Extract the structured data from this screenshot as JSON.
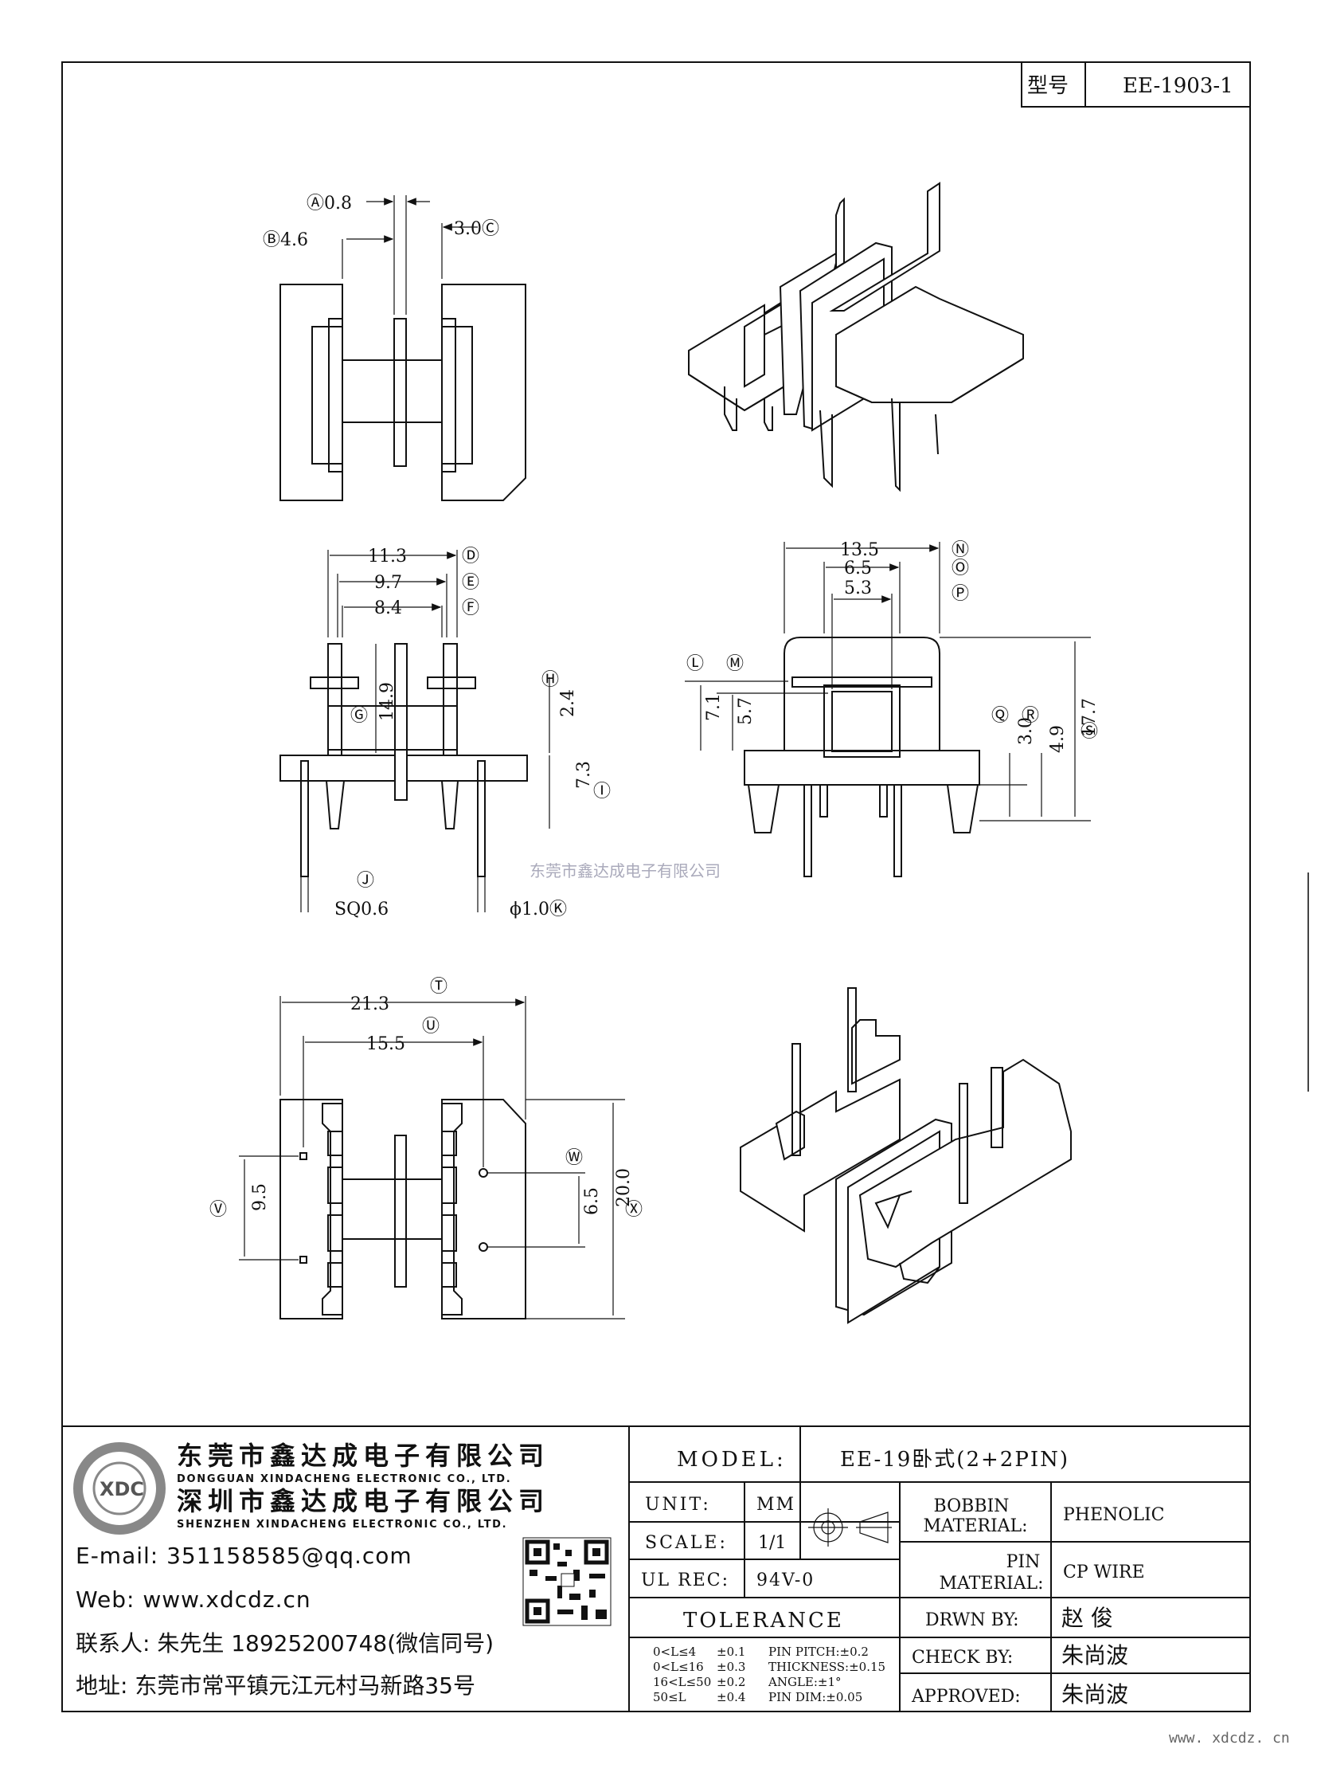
{
  "header": {
    "type_label": "型号",
    "type_value": "EE-1903-1"
  },
  "dims": {
    "A": "Ⓐ0.8",
    "B": "Ⓑ4.6",
    "C": "3.0Ⓒ",
    "D_val": "11.3",
    "E_val": "9.7",
    "F_val": "8.4",
    "D": "Ⓓ",
    "E": "Ⓔ",
    "F": "Ⓕ",
    "G": "Ⓖ",
    "G_val": "14.9",
    "H": "Ⓗ",
    "H_val": "2.4",
    "I": "Ⓘ",
    "I_val": "7.3",
    "J": "Ⓙ",
    "J_val": "SQ0.6",
    "K_val": "ϕ1.0Ⓚ",
    "N_val": "13.5",
    "O_val": "6.5",
    "P_val": "5.3",
    "N": "Ⓝ",
    "O": "Ⓞ",
    "P": "Ⓟ",
    "L": "Ⓛ",
    "M": "Ⓜ",
    "L_val": "7.1",
    "M_val": "5.7",
    "Q": "Ⓠ",
    "R": "Ⓡ",
    "S": "Ⓢ",
    "Q_val": "3.0",
    "R_val": "4.9",
    "S_val": "17.7",
    "T": "Ⓣ",
    "T_val": "21.3",
    "U": "Ⓤ",
    "U_val": "15.5",
    "V": "Ⓥ",
    "V_val": "9.5",
    "W": "Ⓦ",
    "W_val": "6.5",
    "X": "Ⓧ",
    "X_val": "20.0"
  },
  "watermark": "东莞市鑫达成电子有限公司",
  "company": {
    "name1": "东莞市鑫达成电子有限公司",
    "en1": "DONGGUAN XINDACHENG ELECTRONIC CO., LTD.",
    "name2": "深圳市鑫达成电子有限公司",
    "en2": "SHENZHEN XINDACHENG ELECTRONIC CO., LTD.",
    "email": "E-mail:  351158585@qq.com",
    "web": "Web:  www.xdcdz.cn",
    "contact": "联系人:  朱先生 18925200748(微信同号)",
    "address": "地址:  东莞市常平镇元江元村马新路35号",
    "logo_text": "XDC"
  },
  "titleblock": {
    "model_label": "MODEL:",
    "model_value": "EE-19卧式(2+2PIN)",
    "unit_label": "UNIT:",
    "unit_value": "MM",
    "scale_label": "SCALE:",
    "scale_value": "1/1",
    "ul_label": "UL REC:",
    "ul_value": "94V-0",
    "tolerance_label": "TOLERANCE",
    "tol": [
      [
        "0<L≤4",
        "±0.1",
        "PIN PITCH:±0.2"
      ],
      [
        "0<L≤16",
        "±0.3",
        "THICKNESS:±0.15"
      ],
      [
        "16<L≤50",
        "±0.2",
        "ANGLE:±1°"
      ],
      [
        "50≤L",
        "±0.4",
        "PIN DIM:±0.05"
      ]
    ],
    "bobbin_label1": "BOBBIN",
    "bobbin_label2": "MATERIAL:",
    "bobbin_value": "PHENOLIC",
    "pin_label1": "PIN",
    "pin_label2": "MATERIAL:",
    "pin_value": "CP WIRE",
    "drwn_label": "DRWN BY:",
    "drwn_value": "赵  俊",
    "check_label": "CHECK BY:",
    "check_value": "朱尚波",
    "approved_label": "APPROVED:",
    "approved_value": "朱尚波"
  },
  "footer_url": "www. xdcdz. cn"
}
